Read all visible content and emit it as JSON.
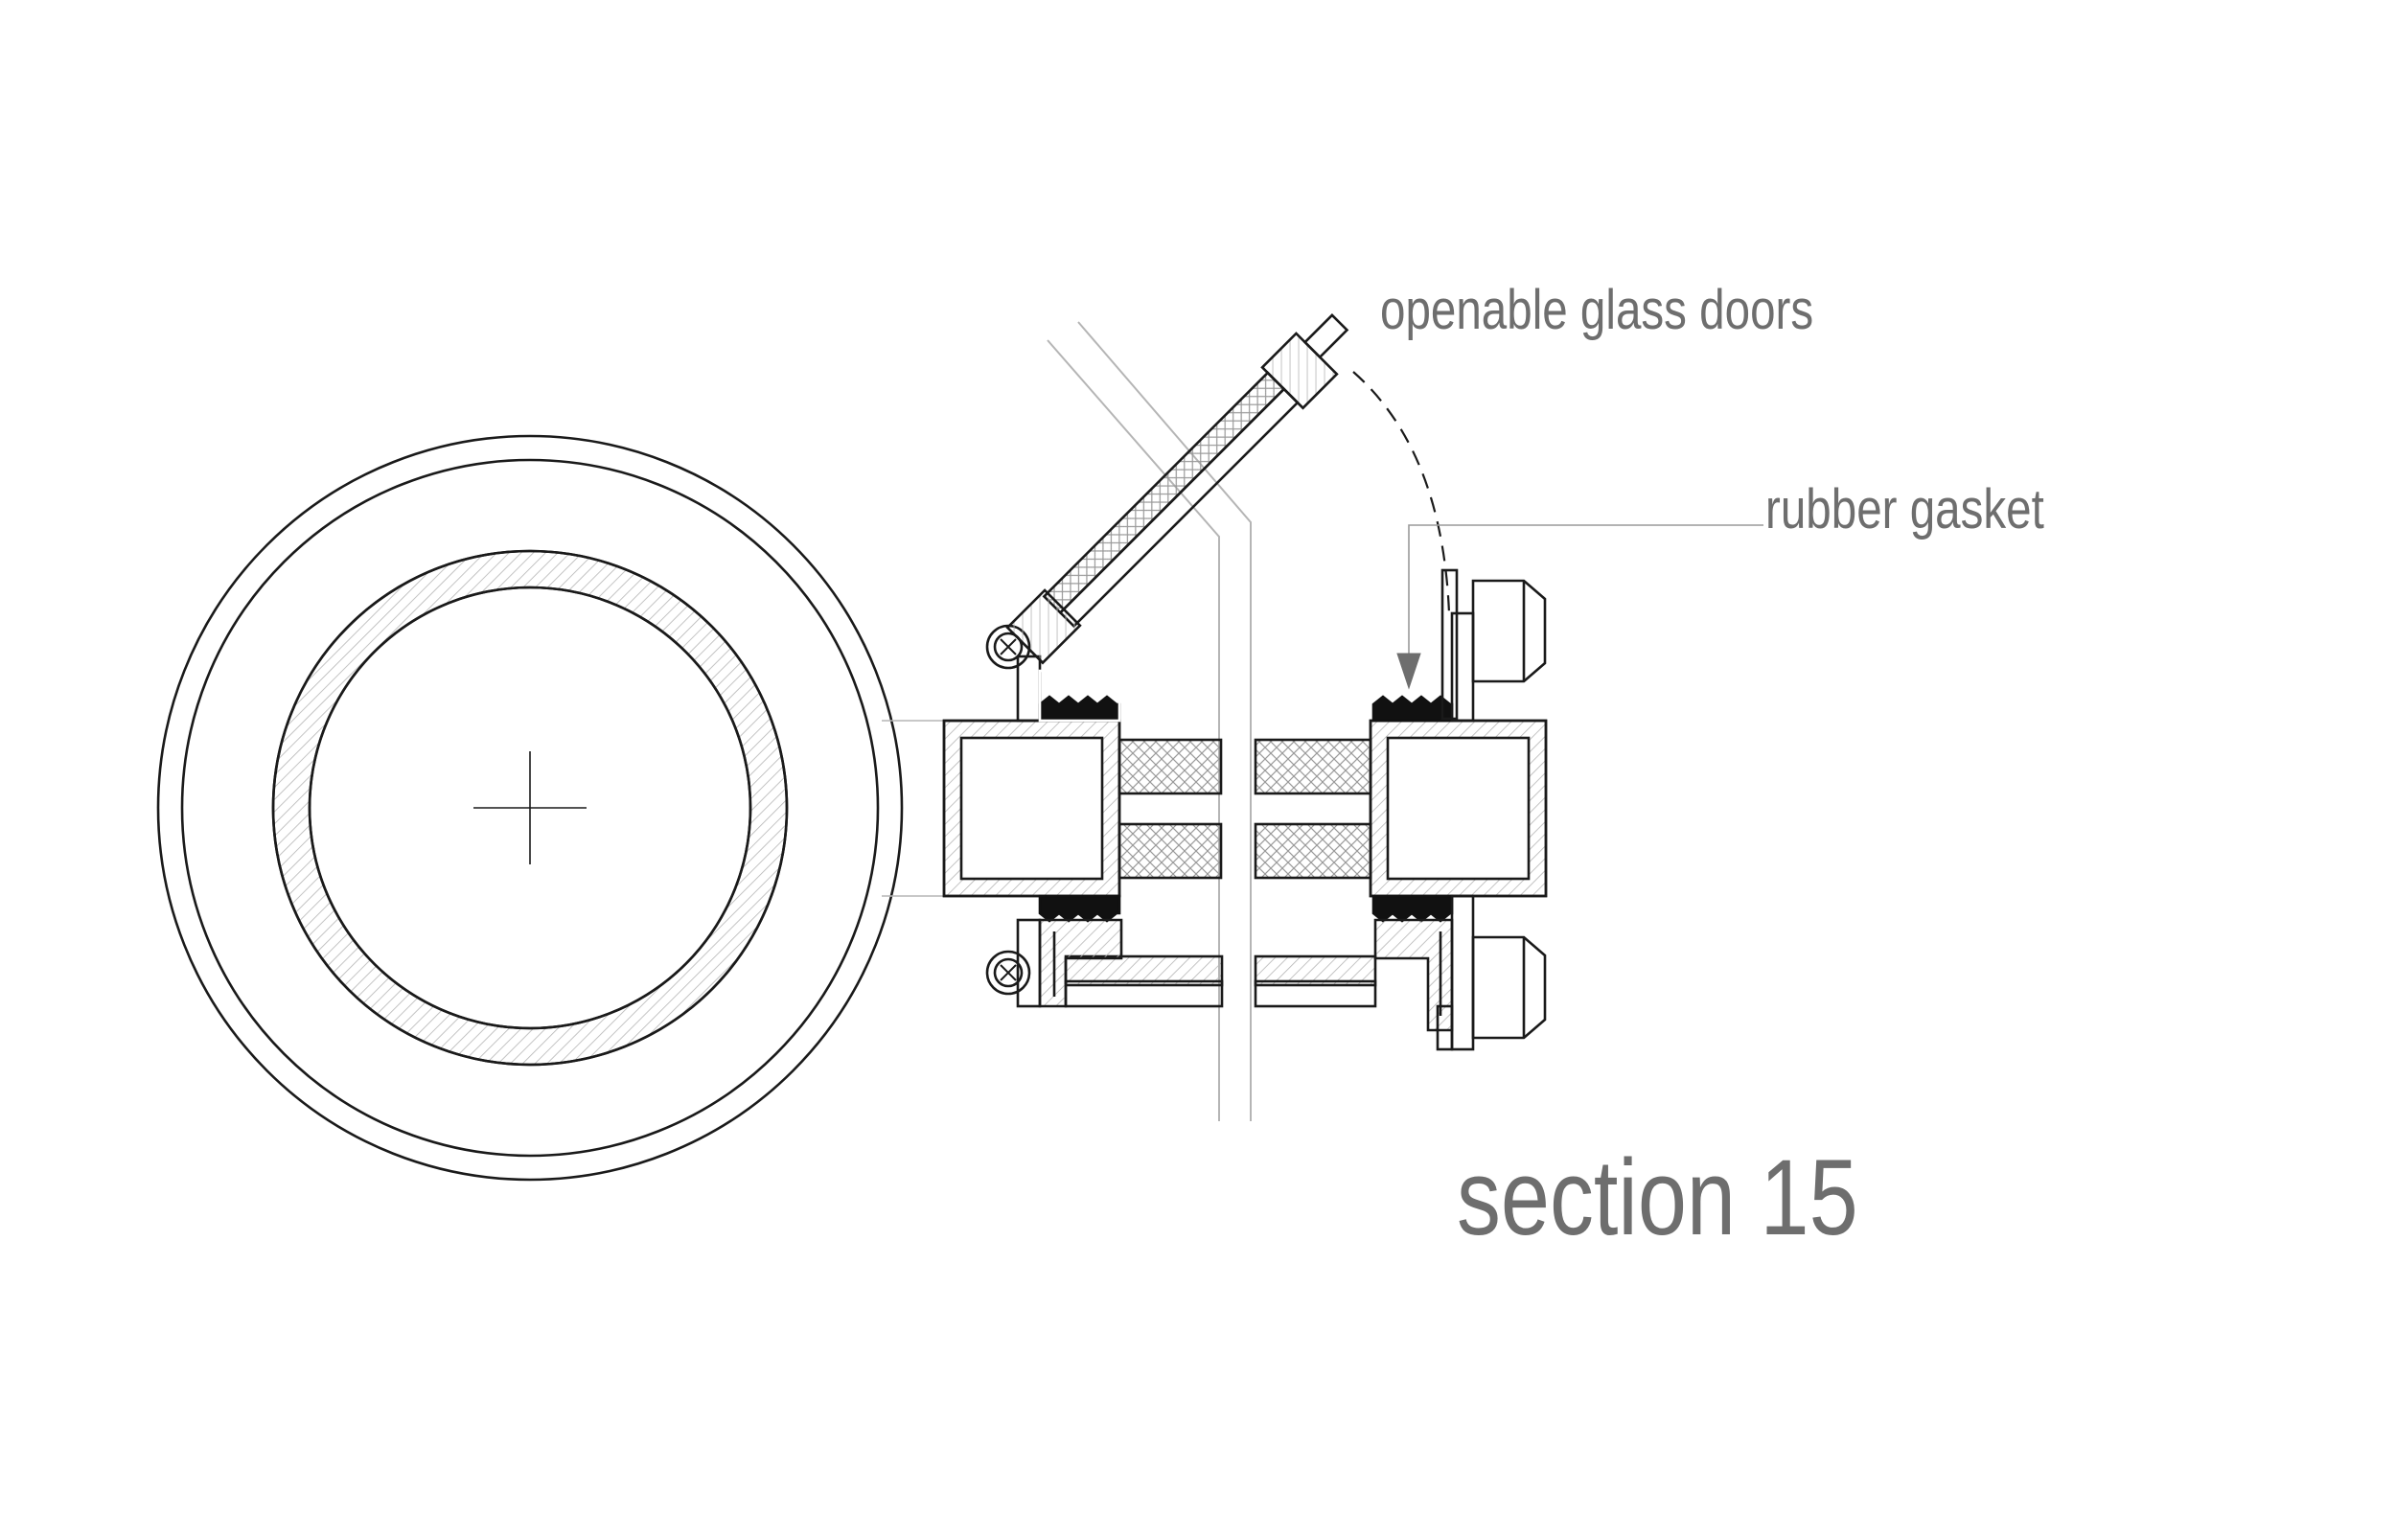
{
  "labels": {
    "openable_doors": "openable glass doors",
    "rubber_gasket": "rubber gasket",
    "section_title": "section 15"
  },
  "colors": {
    "line": "#1a1a1a",
    "label_text": "#6e6e6e",
    "hatch": "#b5b5b5",
    "gasket_fill": "#111111",
    "leader": "#9a9a9a"
  }
}
